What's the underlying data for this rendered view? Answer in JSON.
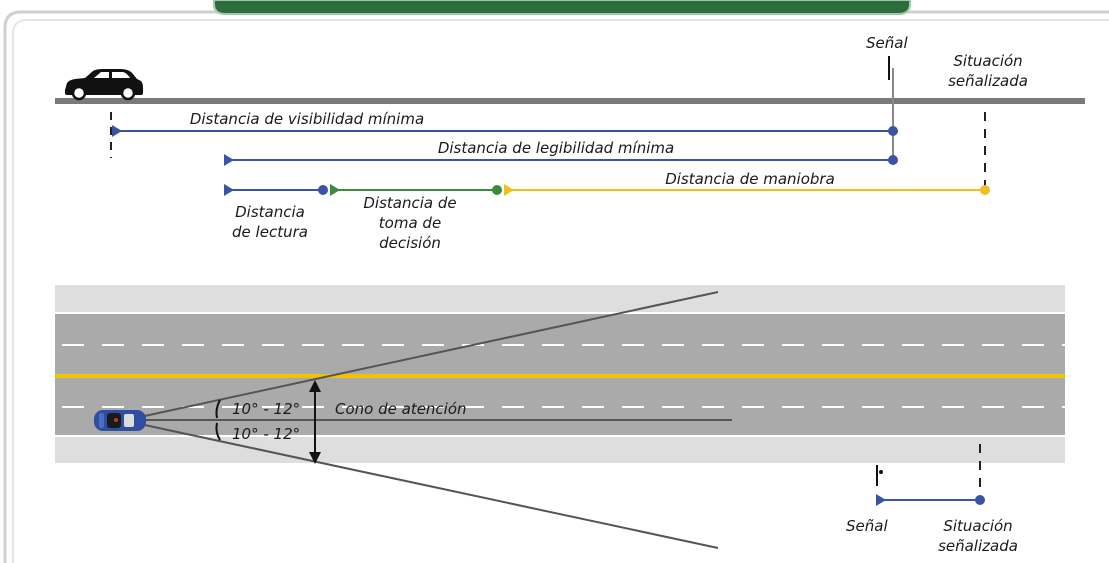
{
  "labels": {
    "senal_top": "Señal",
    "situacion_top_1": "Situación",
    "situacion_top_2": "señalizada",
    "visibilidad": "Distancia de visibilidad mínima",
    "legibilidad": "Distancia de legibilidad mínima",
    "maniobra": "Distancia de maniobra",
    "lectura_1": "Distancia",
    "lectura_2": "de lectura",
    "decision_1": "Distancia de",
    "decision_2": "toma de",
    "decision_3": "decisión",
    "angle_upper": "10° - 12°",
    "angle_lower": "10° - 12°",
    "cono": "Cono de atención",
    "senal_bottom": "Señal",
    "situacion_bottom_1": "Situación",
    "situacion_bottom_2": "señalizada"
  },
  "colors": {
    "frame": "#cfcfcf",
    "header_green": "#2e6b3e",
    "road_line": "#7a7a7a",
    "blue": "#3a54a4",
    "green": "#3d8a3a",
    "yellow": "#f0c020",
    "asphalt": "#aaaaaa",
    "shoulder": "#dedede",
    "center_line": "#f2c200",
    "lane_dash": "#ffffff",
    "cone_line": "#555555"
  }
}
